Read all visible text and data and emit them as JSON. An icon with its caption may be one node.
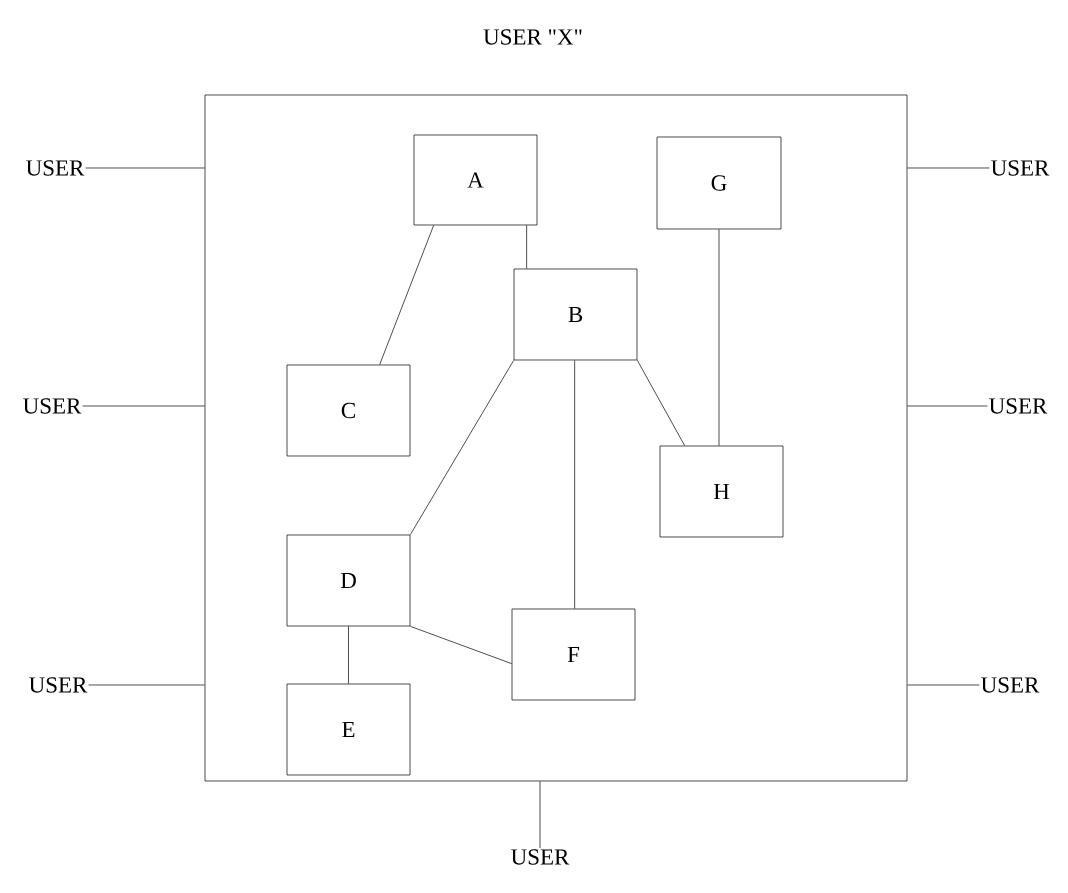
{
  "diagram": {
    "title": "USER \"X\"",
    "nodes": [
      {
        "text": [],
        "shape": "box"
      },
      {
        "text": [
          "A"
        ],
        "in": 0
      },
      {
        "text": [
          "G"
        ],
        "in": 0
      },
      {
        "text": [
          "B"
        ],
        "in": 0
      },
      {
        "text": [
          "C"
        ],
        "in": 0
      },
      {
        "text": [
          "H"
        ],
        "in": 0
      },
      {
        "text": [
          "D"
        ],
        "in": 0
      },
      {
        "text": [
          "F"
        ],
        "in": 0
      },
      {
        "text": [
          "E"
        ],
        "in": 0
      },
      {
        "text": [
          "USER"
        ]
      },
      {
        "text": [
          "USER"
        ]
      },
      {
        "text": [
          "USER"
        ]
      },
      {
        "text": [
          "USER"
        ]
      },
      {
        "text": [
          "USER"
        ]
      },
      {
        "text": [
          "USER"
        ]
      },
      {
        "text": [
          "USER"
        ]
      }
    ],
    "edges": [
      {
        "from": 1,
        "to": 4,
        "arrow": "none"
      },
      {
        "from": 1,
        "to": 3,
        "arrow": "none"
      },
      {
        "from": 2,
        "to": 5,
        "arrow": "none"
      },
      {
        "from": 3,
        "to": 5,
        "arrow": "none"
      },
      {
        "from": 3,
        "to": 6,
        "arrow": "none"
      },
      {
        "from": 3,
        "to": 7,
        "arrow": "none"
      },
      {
        "from": 6,
        "to": 7,
        "arrow": "none"
      },
      {
        "from": 6,
        "to": 8,
        "arrow": "none"
      },
      {
        "from": 9,
        "to": 0,
        "arrow": "none"
      },
      {
        "from": 10,
        "to": 0,
        "arrow": "none"
      },
      {
        "from": 11,
        "to": 0,
        "arrow": "none"
      },
      {
        "from": 12,
        "to": 0,
        "arrow": "none"
      },
      {
        "from": 13,
        "to": 0,
        "arrow": "none"
      },
      {
        "from": 14,
        "to": 0,
        "arrow": "none"
      },
      {
        "from": 15,
        "to": 0,
        "arrow": "none"
      }
    ]
  }
}
